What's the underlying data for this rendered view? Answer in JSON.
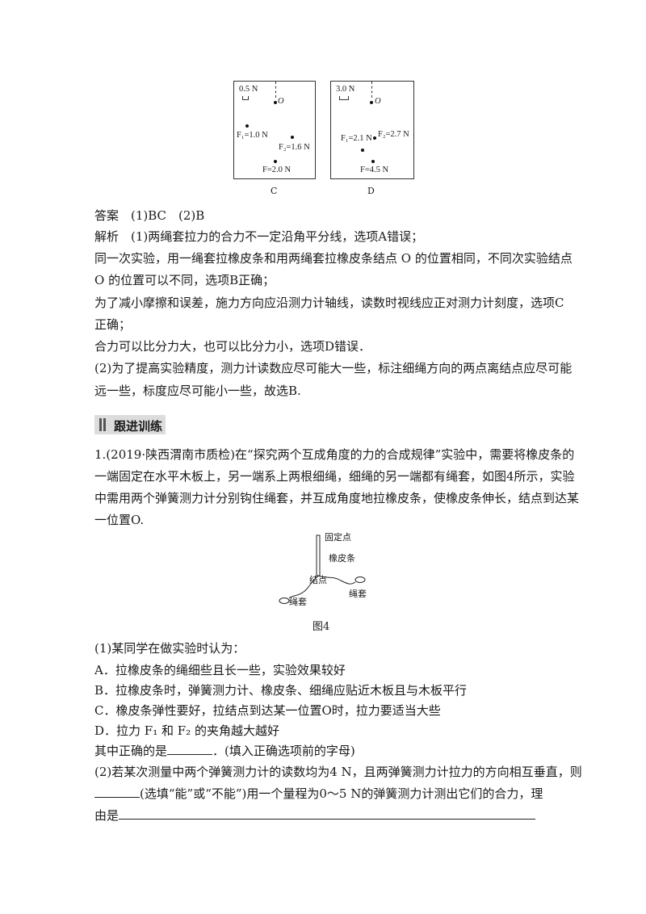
{
  "figure_top": {
    "panel_c": {
      "scale_label": "0.5 N",
      "o_label": "O",
      "f1_label": "F₁=1.0 N",
      "f2_label": "F₂=1.6 N",
      "f_label": "F=2.0 N",
      "caption": "C"
    },
    "panel_d": {
      "scale_label": "3.0 N",
      "o_label": "O",
      "f1_label": "F₁=2.1 N",
      "f2_label": "F₂=2.7 N",
      "f_label": "F=4.5 N",
      "caption": "D"
    }
  },
  "answer": {
    "line": "答案　(1)BC　(2)B"
  },
  "analysis": {
    "l1": "解析　(1)两绳套拉力的合力不一定沿角平分线，选项A错误；",
    "l2": "同一次实验，用一绳套拉橡皮条和用两绳套拉橡皮条结点 O 的位置相同，不同次实验结点",
    "l3": "O 的位置可以不同，选项B正确；",
    "l4": "为了减小摩擦和误差，施力方向应沿测力计轴线，读数时视线应正对测力计刻度，选项C",
    "l5": "正确；",
    "l6": "合力可以比分力大，也可以比分力小，选项D错误．",
    "l7": "(2)为了提高实验精度，测力计读数应尽可能大一些，标注细绳方向的两点离结点应尽可能",
    "l8": "远一些，标度应尽可能小一些，故选B."
  },
  "section_banner": "跟进训练",
  "question": {
    "l1": "1.(2019·陕西渭南市质检)在“探究两个互成角度的力的合成规律”实验中，需要将橡皮条的",
    "l2": "一端固定在水平木板上，另一端系上两根细绳，细绳的另一端都有绳套，如图4所示，实验",
    "l3": "中需用两个弹簧测力计分别钩住绳套，并互成角度地拉橡皮条，使橡皮条伸长，结点到达某",
    "l4": "一位置O."
  },
  "figure4": {
    "fixed_point": "固定点",
    "rubber_band": "橡皮条",
    "knot": "结点",
    "loop_right": "绳套",
    "loop_left": "绳套",
    "caption": "图4"
  },
  "part1": {
    "stem": "(1)某同学在做实验时认为：",
    "a": "A．拉橡皮条的绳细些且长一些，实验效果较好",
    "b": "B．拉橡皮条时，弹簧测力计、橡皮条、细绳应贴近木板且与木板平行",
    "c": "C．橡皮条弹性要好，拉结点到达某一位置O时，拉力要适当大些",
    "d": "D．拉力 F₁ 和 F₂ 的夹角越大越好",
    "prompt_pre": "其中正确的是",
    "prompt_post": "．(填入正确选项前的字母)"
  },
  "part2": {
    "l1": "(2)若某次测量中两个弹簧测力计的读数均为4 N，且两弹簧测力计拉力的方向相互垂直，则",
    "l2_post": "(选填“能”或“不能”)用一个量程为0～5 N的弹簧测力计测出它们的合力，理",
    "l3_pre": "由是"
  }
}
